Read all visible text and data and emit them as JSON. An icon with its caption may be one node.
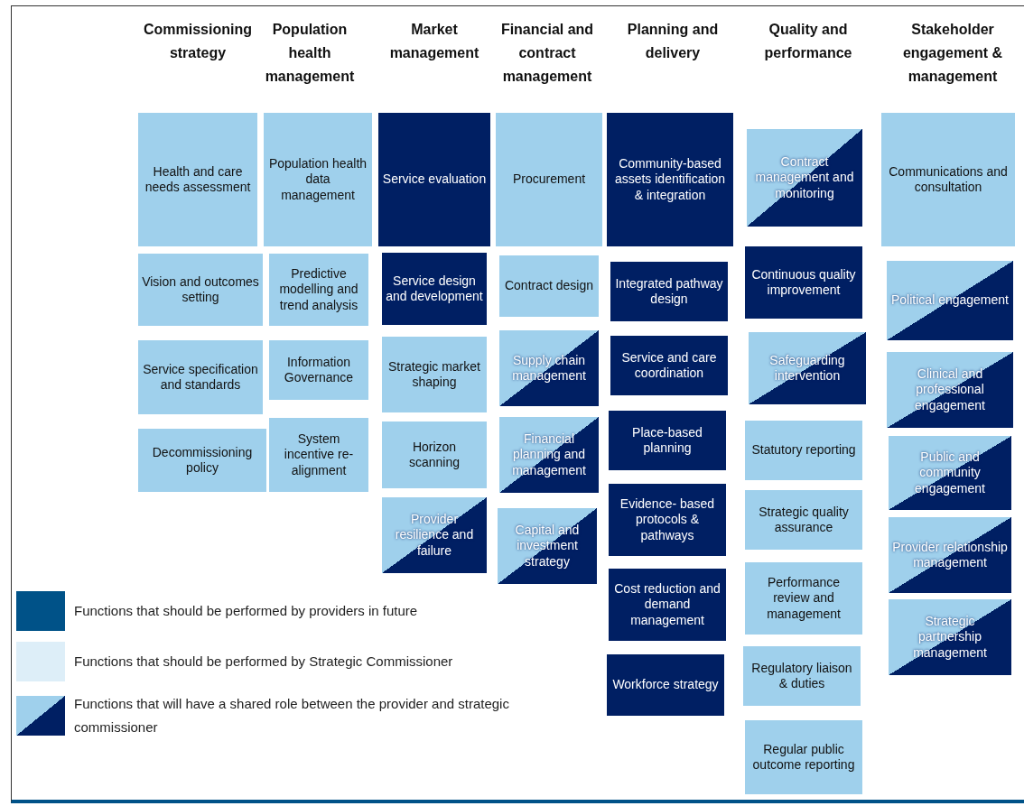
{
  "diagram": {
    "nodes": [
      {
        "text": [
          "Health and care needs assessment"
        ]
      },
      {
        "text": [
          "Vision and outcomes setting"
        ]
      },
      {
        "text": [
          "Service specification and standards"
        ]
      },
      {
        "text": [
          "Decommissioning policy"
        ]
      },
      {
        "text": [
          "Population health data management"
        ]
      },
      {
        "text": [
          "Predictive modelling and trend analysis"
        ]
      },
      {
        "text": [
          "Information Governance"
        ]
      },
      {
        "text": [
          "System incentive re-alignment"
        ]
      },
      {
        "text": [
          "Service evaluation"
        ]
      },
      {
        "text": [
          "Service design and development"
        ]
      },
      {
        "text": [
          "Strategic market shaping"
        ]
      },
      {
        "text": [
          "Horizon scanning"
        ]
      },
      {
        "text": [
          "Provider resilience and failure"
        ]
      },
      {
        "text": [
          "Procurement"
        ]
      },
      {
        "text": [
          "Contract design"
        ]
      },
      {
        "text": [
          "Supply chain management"
        ]
      },
      {
        "text": [
          "Financial planning and management"
        ]
      },
      {
        "text": [
          "Capital and investment strategy"
        ]
      },
      {
        "text": [
          "Community-based assets identification & integration"
        ]
      },
      {
        "text": [
          "Integrated pathway design"
        ]
      },
      {
        "text": [
          "Service and care coordination"
        ]
      },
      {
        "text": [
          "Place-based planning"
        ]
      },
      {
        "text": [
          "Evidence- based protocols & pathways"
        ]
      },
      {
        "text": [
          "Cost reduction and demand management"
        ]
      },
      {
        "text": [
          "Workforce strategy"
        ]
      },
      {
        "text": [
          "Contract management and monitoring"
        ]
      },
      {
        "text": [
          "Continuous quality improvement"
        ]
      },
      {
        "text": [
          "Safeguarding intervention"
        ]
      },
      {
        "text": [
          "Statutory reporting"
        ]
      },
      {
        "text": [
          "Strategic quality assurance"
        ]
      },
      {
        "text": [
          "Performance review and management"
        ]
      },
      {
        "text": [
          "Regulatory liaison & duties"
        ]
      },
      {
        "text": [
          "Regular public outcome reporting"
        ]
      },
      {
        "text": [
          "Communications and consultation"
        ]
      },
      {
        "text": [
          "Political engagement"
        ]
      },
      {
        "text": [
          "Clinical and professional engagement"
        ]
      },
      {
        "text": [
          "Public and community engagement"
        ]
      },
      {
        "text": [
          "Provider relationship management"
        ]
      },
      {
        "text": [
          "Strategic partnership management"
        ]
      }
    ],
    "labels": [
      "Commissioning strategy",
      "Population health management",
      "Market management",
      "Financial and contract management",
      "Planning and delivery",
      "Quality and performance",
      "Stakeholder engagement & management"
    ],
    "legend": [
      {
        "text": "Functions that should be performed by providers in future",
        "color": "#005288"
      },
      {
        "text": "Functions that should be performed by Strategic Commissioner",
        "color": "#ddeef8"
      },
      {
        "text": "Functions that will have a shared role between the provider and strategic commissioner"
      }
    ]
  }
}
